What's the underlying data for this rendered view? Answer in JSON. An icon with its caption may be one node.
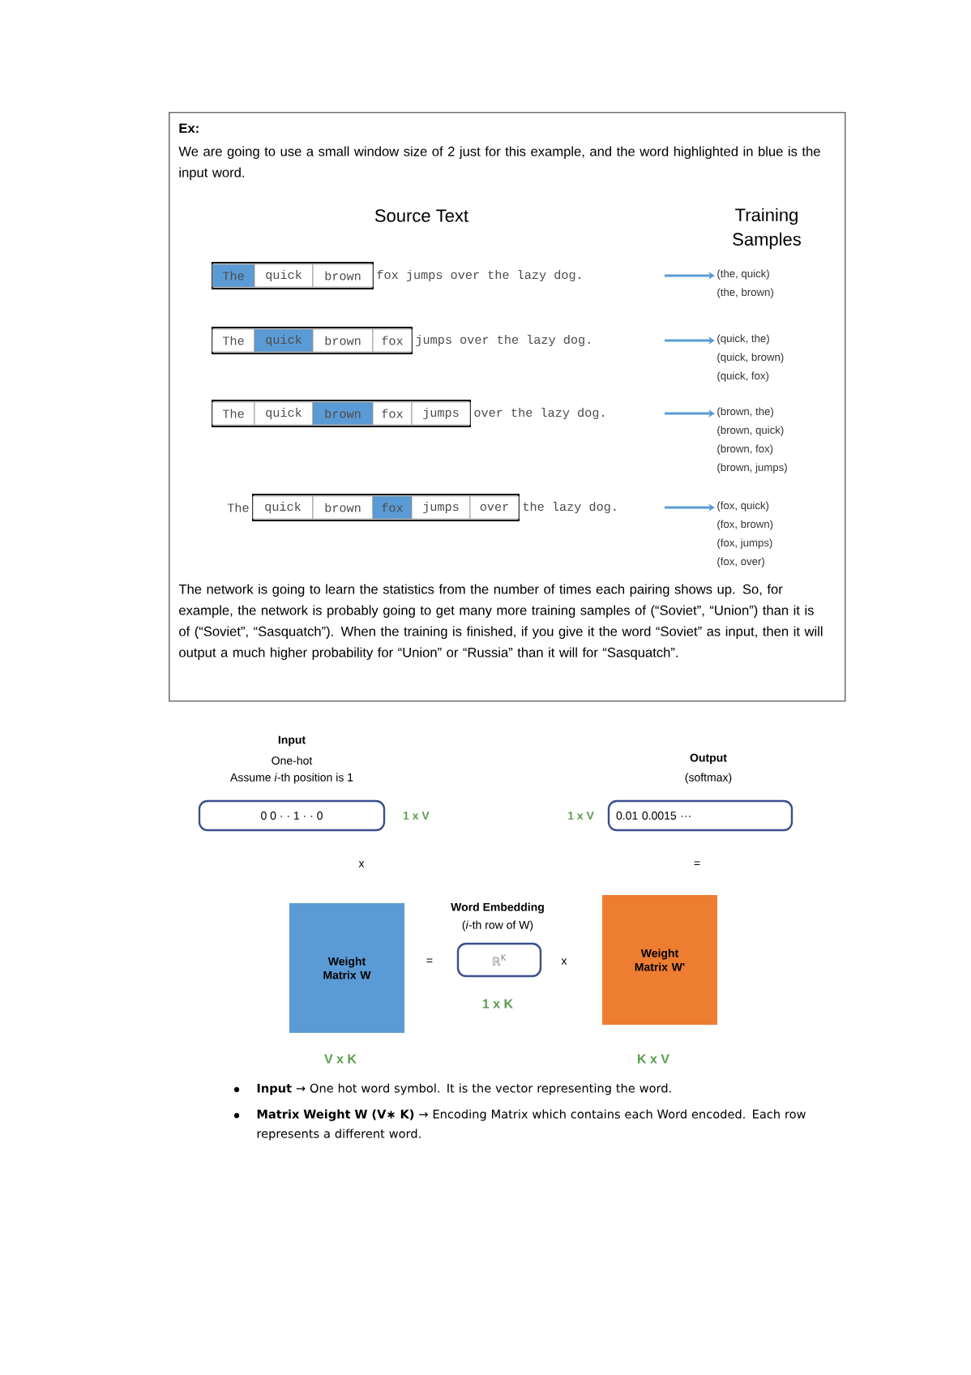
{
  "diagram": {
    "nodes": [
      {
        "text": [
          "Ex:",
          "We are going to use a small window size of 2 just for this example, and the word highlighted in blue is the input word.",
          "The network is going to learn the statistics from the number of times each pairing shows up. So, for example, the network is probably going to get many more training samples of (“Soviet”, “Union”) than it is of (“Soviet”, “Sasquatch”). When the training is finished, if you give it the word “Soviet” as input, then it will output a much higher probability for “Union” or “Russia” than it will for “Sasquatch”."
        ]
      },
      {
        "text": [],
        "shape": "box",
        "in": 0
      },
      {
        "text": [
          "The"
        ],
        "in": 1
      },
      {
        "text": [
          "quick"
        ],
        "in": 1
      },
      {
        "text": [
          "brown"
        ],
        "in": 1
      },
      {
        "text": [
          "(the, quick)",
          "(the, brown)"
        ],
        "in": 0
      },
      {
        "text": [],
        "shape": "box",
        "in": 0
      },
      {
        "text": [
          "The"
        ],
        "in": 6
      },
      {
        "text": [
          "quick"
        ],
        "in": 6
      },
      {
        "text": [
          "brown"
        ],
        "in": 6
      },
      {
        "text": [
          "fox"
        ],
        "in": 6
      },
      {
        "text": [
          "(quick, the)",
          "(quick, brown)",
          "(quick, fox)"
        ],
        "in": 0
      },
      {
        "text": [],
        "shape": "box",
        "in": 0
      },
      {
        "text": [
          "The"
        ],
        "in": 12
      },
      {
        "text": [
          "quick"
        ],
        "in": 12
      },
      {
        "text": [
          "brown"
        ],
        "in": 12
      },
      {
        "text": [
          "fox"
        ],
        "in": 12
      },
      {
        "text": [
          "jumps"
        ],
        "in": 12
      },
      {
        "text": [
          "(brown, the)",
          "(brown, quick)",
          "(brown, fox)",
          "(brown, jumps)"
        ],
        "in": 0
      },
      {
        "text": [],
        "shape": "box",
        "in": 0
      },
      {
        "text": [
          "quick"
        ],
        "in": 19
      },
      {
        "text": [
          "brown"
        ],
        "in": 19
      },
      {
        "text": [
          "fox"
        ],
        "in": 19
      },
      {
        "text": [
          "jumps"
        ],
        "in": 19
      },
      {
        "text": [
          "over"
        ],
        "in": 19
      },
      {
        "text": [
          "(fox, quick)",
          "(fox, brown)",
          "(fox, jumps)",
          "(fox, over)"
        ],
        "in": 0
      },
      {
        "text": [
          "Input",
          "One-hot",
          "Assume *i*-th position is 1",
          "0 0 · · 1 · · 0"
        ],
        "beside": [
          "1 x V"
        ]
      },
      {
        "text": [
          "Output",
          "(softmax)",
          "0.01 0.0015 ···"
        ],
        "beside": [
          "1 x V"
        ]
      },
      {
        "text": [
          "Weight Matrix W"
        ],
        "beside": [
          "V x K"
        ]
      },
      {
        "text": [
          "Word Embedding",
          "(*i*-th row of W)",
          "ℝ$^{K}$"
        ],
        "beside": [
          "1 x K"
        ]
      },
      {
        "text": [
          "Weight Matrix W'"
        ],
        "beside": [
          "K x V"
        ]
      }
    ],
    "edges": [
      {
        "from": null,
        "to": 5,
        "arrow": "to"
      },
      {
        "from": null,
        "to": 11,
        "arrow": "to"
      },
      {
        "from": null,
        "to": 18,
        "arrow": "to"
      },
      {
        "from": null,
        "to": 25,
        "arrow": "to"
      }
    ],
    "labels": [
      "Source Text",
      "Training Samples",
      "fox jumps over the lazy dog.",
      "jumps over the lazy dog.",
      "over the lazy dog.",
      "The",
      "the lazy dog.",
      "x",
      "=",
      "=",
      "x",
      "**Input** → One hot word symbol. It is the vector representing the word.",
      "**Matrix Weight W (V∗ K)** → Encoding Matrix which contains each Word encoded. Each row represents a different word."
    ]
  }
}
